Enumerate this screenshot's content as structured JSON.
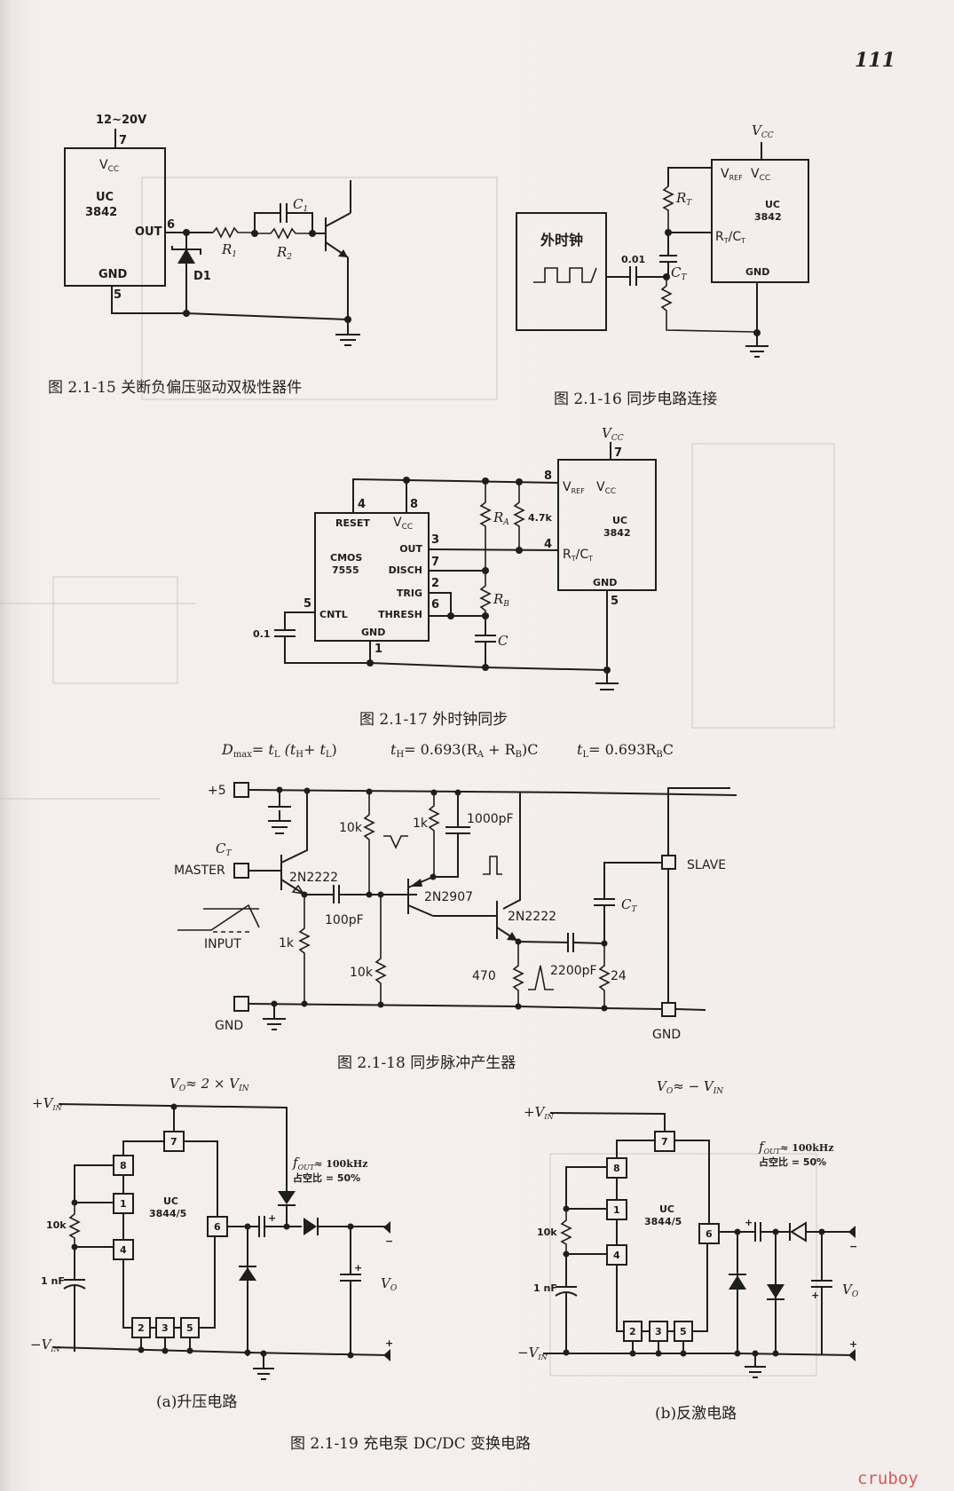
{
  "page": {
    "number": "111",
    "watermark": "cruboy"
  },
  "fig15": {
    "caption": "图 2.1-15   关断负偏压驱动双极性器件",
    "supply": "12~20V",
    "pin7": "7",
    "vcc": "V",
    "vcc_sub": "CC",
    "chip_line1": "UC",
    "chip_line2": "3842",
    "out": "OUT",
    "pin6": "6",
    "gnd": "GND",
    "pin5": "5",
    "d1": "D1",
    "r1": "R",
    "r1_sub": "1",
    "r2": "R",
    "r2_sub": "2",
    "c1": "C",
    "c1_sub": "1"
  },
  "fig16": {
    "caption": "图 2.1-16   同步电路连接",
    "vcc_top": "V",
    "vcc_top_sub": "CC",
    "vref": "V",
    "vref_sub": "REF",
    "vcc": "V",
    "vcc_sub": "CC",
    "chip_line1": "UC",
    "chip_line2": "3842",
    "rtct": "R",
    "rtct_sub1": "T",
    "rtct_mid": "/C",
    "rtct_sub2": "T",
    "gnd": "GND",
    "rt": "R",
    "rt_sub": "T",
    "ct": "C",
    "ct_sub": "T",
    "clock_label": "外时钟",
    "cap_value": "0.01"
  },
  "fig17": {
    "caption": "图 2.1-17   外时钟同步",
    "formula_dmax": "D",
    "formula_dmax_sub": "max",
    "formula_part1": "= t",
    "formula_part1_sub": "L",
    "formula_part2": " (t",
    "formula_part2_sub": "H",
    "formula_part3": "+ t",
    "formula_part3_sub": "L",
    "formula_part4": ")",
    "formula_th": "t",
    "formula_th_sub": "H",
    "formula_th_rest": "= 0.693(R",
    "formula_th_ra": "A",
    "formula_th_plus": " + R",
    "formula_th_rb": "B",
    "formula_th_end": ")C",
    "formula_tl": "t",
    "formula_tl_sub": "L",
    "formula_tl_rest": "= 0.693R",
    "formula_tl_rb": "B",
    "formula_tl_end": "C",
    "vcc_top": "V",
    "vcc_top_sub": "CC",
    "pin7": "7",
    "pin8_uc": "8",
    "pin4_uc": "4",
    "pin5_uc": "5",
    "uc_vref": "V",
    "uc_vref_sub": "REF",
    "uc_vcc": "V",
    "uc_vcc_sub": "CC",
    "uc_line1": "UC",
    "uc_line2": "3842",
    "uc_rtct": "R",
    "uc_rtct_sub1": "T",
    "uc_rtct_mid": "/C",
    "uc_rtct_sub2": "T",
    "uc_gnd": "GND",
    "t_pin4": "4",
    "t_pin8": "8",
    "t_reset": "RESET",
    "t_vcc": "V",
    "t_vcc_sub": "CC",
    "t_line1": "CMOS",
    "t_line2": "7555",
    "t_pin3": "3",
    "t_out": "OUT",
    "t_pin7": "7",
    "t_disch": "DISCH",
    "t_pin2": "2",
    "t_trig": "TRIG",
    "t_pin6": "6",
    "t_thresh": "THRESH",
    "t_pin5": "5",
    "t_cntl": "CNTL",
    "t_gnd": "GND",
    "t_pin1": "1",
    "ra": "R",
    "ra_sub": "A",
    "r47k": "4.7k",
    "rb": "R",
    "rb_sub": "B",
    "c": "C",
    "c01": "0.1"
  },
  "fig18": {
    "caption": "图 2.1-18   同步脉冲产生器",
    "plus5": "+5",
    "ct": "C",
    "ct_sub": "T",
    "master": "MASTER",
    "input": "INPUT",
    "gnd_left": "GND",
    "gnd_right": "GND",
    "slave": "SLAVE",
    "q1": "2N2222",
    "q2": "2N2907",
    "q3": "2N2222",
    "r10k_top": "10k",
    "r1k_top": "1k",
    "c1000": "1000pF",
    "c100": "100pF",
    "r1k_bottom": "1k",
    "r10k_bottom": "10k",
    "r470": "470",
    "c2200": "2200pF",
    "r24": "24",
    "ct2": "C",
    "ct2_sub": "T"
  },
  "fig19": {
    "caption": "图 2.1-19   充电泵 DC/DC 变换电路",
    "a": {
      "subcaption": "(a)升压电路",
      "title": "V",
      "title_sub": "O",
      "title_rest": "≈ 2 × V",
      "title_in": "IN",
      "vin_plus": "+V",
      "vin_plus_sub": "IN",
      "vin_minus": "−V",
      "vin_minus_sub": "IN",
      "chip_line1": "UC",
      "chip_line2": "3844/5",
      "pins": [
        "7",
        "8",
        "1",
        "4",
        "6",
        "2",
        "3",
        "5"
      ],
      "r10k": "10k",
      "c1nf": "1 nF",
      "fout": "f",
      "fout_sub": "OUT",
      "fout_rest": "≈ 100kHz",
      "duty": "占空比 = 50%",
      "vo": "V",
      "vo_sub": "O",
      "plus": "+",
      "minus": "−"
    },
    "b": {
      "subcaption": "(b)反激电路",
      "title": "V",
      "title_sub": "O",
      "title_rest": "≈ − V",
      "title_in": "IN",
      "vin_plus": "+V",
      "vin_plus_sub": "IN",
      "vin_minus": "−V",
      "vin_minus_sub": "IN",
      "chip_line1": "UC",
      "chip_line2": "3844/5",
      "pins": [
        "7",
        "8",
        "1",
        "4",
        "6",
        "2",
        "3",
        "5"
      ],
      "r10k": "10k",
      "c1nf": "1 nF",
      "fout": "f",
      "fout_sub": "OUT",
      "fout_rest": "≈ 100kHz",
      "duty": "占空比 = 50%",
      "vo": "V",
      "vo_sub": "O",
      "plus": "+",
      "minus": "−"
    }
  }
}
